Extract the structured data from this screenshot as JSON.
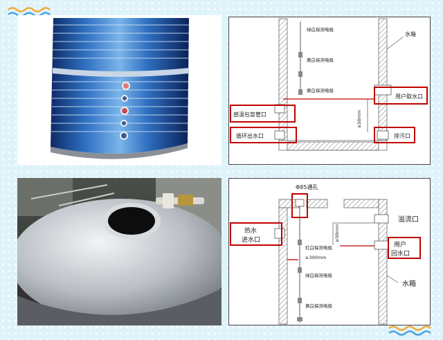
{
  "top_diagram": {
    "probe_1": "绿白探测电极",
    "probe_2": "黄白探测电极",
    "probe_3": "黄白探测电极",
    "tank": "水箱",
    "user_outlet": "用户取水口",
    "heat_pipe": "感温包盲管口",
    "dimension": "≥50mm",
    "circ_outlet": "循环出水口",
    "drain": "排污口"
  },
  "bottom_diagram": {
    "hole": "Φ85通孔",
    "overflow": "溢流口",
    "hot_water_inlet": "热水\n进水口",
    "dimension_50": "≥50mm",
    "user_return": "用户\n回水口",
    "probe_1": "红白探测电极",
    "dimension_300": "≥300mm",
    "probe_2": "绿白探测电极",
    "tank": "水箱",
    "probe_3": "黄白探测电极"
  },
  "colors": {
    "accent": "#c00000",
    "frame": "#555555"
  }
}
